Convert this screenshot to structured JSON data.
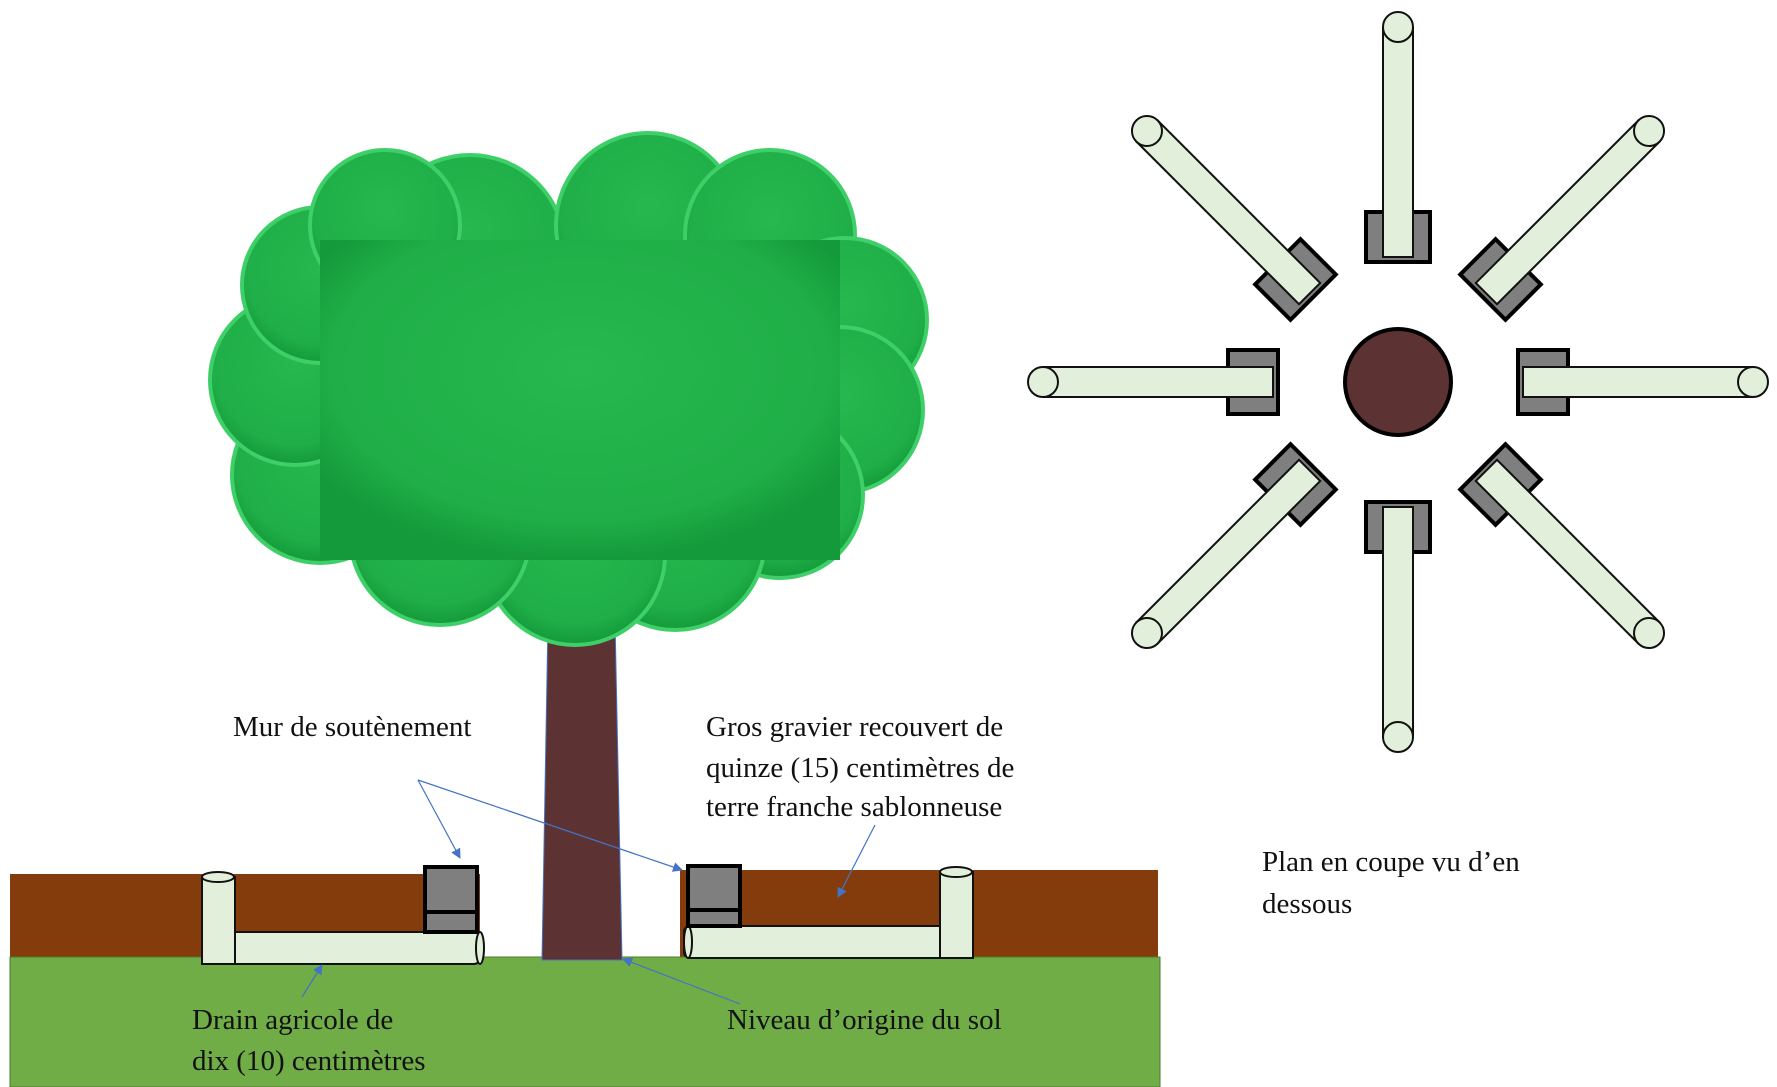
{
  "labels": {
    "retaining_wall": "Mur de soutènement",
    "gravel_line1": "Gros gravier recouvert de",
    "gravel_line2": "quinze (15) centimètres de",
    "gravel_line3": "terre franche sablonneuse",
    "plan_line1": "Plan en coupe vu d’en",
    "plan_line2": "dessous",
    "drain_line1": "Drain agricole de",
    "drain_line2": "dix (10) centimètres",
    "ground_level": "Niveau d’origine du sol"
  },
  "colors": {
    "ground": "#70ad47",
    "soil": "#843c0c",
    "trunk": "#5c3233",
    "foliage": "#22b04a",
    "pipe_fill": "#e2efda",
    "wall_fill": "#7f7f7f",
    "arrow": "#4472c4"
  },
  "plan_view": {
    "pipe_count": 8
  }
}
